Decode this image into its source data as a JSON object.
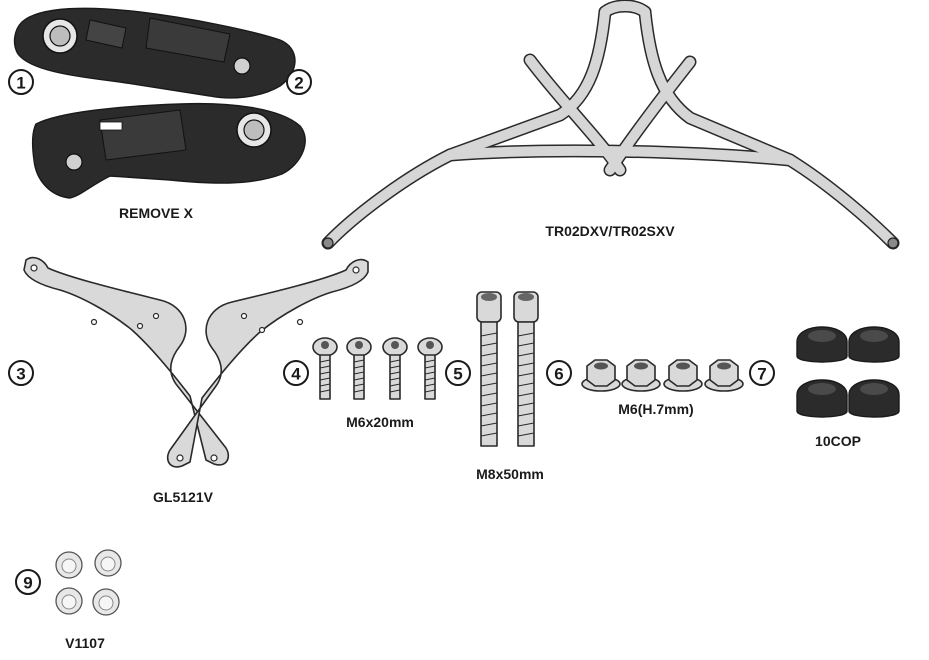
{
  "callouts": [
    "1",
    "2",
    "3",
    "4",
    "5",
    "6",
    "7",
    "9"
  ],
  "labels": {
    "remove": "REMOVE X",
    "rack": "TR02DXV/TR02SXV",
    "plates": "GL5121V",
    "screws_short": "M6x20mm",
    "screws_long": "M8x50mm",
    "nuts": "M6(H.7mm)",
    "caps": "10COP",
    "spacers": "V1107"
  },
  "parts": [
    {
      "callout": "1",
      "icon": "right-grab-handle-icon"
    },
    {
      "callout": "2",
      "icon": "left-grab-handle-icon"
    },
    {
      "callout": "3",
      "icon": "mounting-plates-icon"
    },
    {
      "callout": "4",
      "icon": "short-screw-icon"
    },
    {
      "callout": "5",
      "icon": "long-screw-icon"
    },
    {
      "callout": "6",
      "icon": "flange-nut-icon"
    },
    {
      "callout": "7",
      "icon": "cap-nut-icon"
    },
    {
      "callout": "9",
      "icon": "spacer-icon"
    }
  ]
}
